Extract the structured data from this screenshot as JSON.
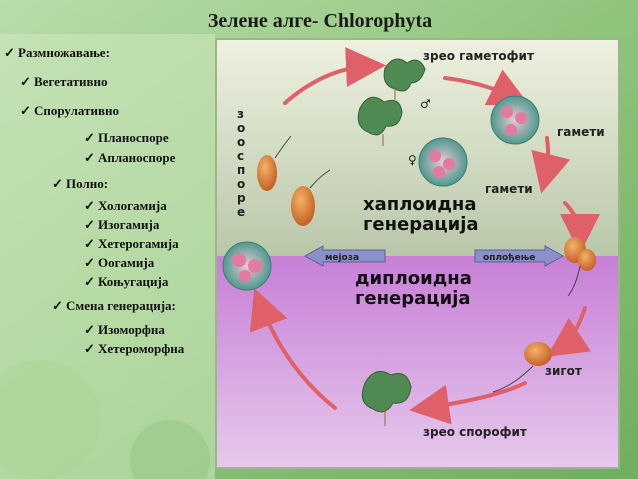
{
  "title": "Зелене алге- Chlorophyta",
  "outline": [
    {
      "level": 0,
      "text": "Размножавање:"
    },
    {
      "level": 1,
      "text": "Вегетативно"
    },
    {
      "level": 1,
      "text": "Спорулативно"
    },
    {
      "level": 2,
      "text": "Планоспоре"
    },
    {
      "level": 2,
      "text": "Апланоспоре"
    },
    {
      "level": 1,
      "text": "Полно:"
    },
    {
      "level": 2,
      "text": "Хологамија"
    },
    {
      "level": 2,
      "text": "Изогамија"
    },
    {
      "level": 2,
      "text": "Хетерогамија"
    },
    {
      "level": 2,
      "text": "Оогамија"
    },
    {
      "level": 2,
      "text": "Коњугација"
    },
    {
      "level": 1,
      "text": "Смена генерација:"
    },
    {
      "level": 2,
      "text": "Изоморфна"
    },
    {
      "level": 2,
      "text": "Хетероморфна"
    }
  ],
  "diagram": {
    "mature_gametophyte": "зрео гаметофит",
    "gametes_1": "гамети",
    "gametes_2": "гамети",
    "zoospores": "зооспоре",
    "haploid": "хаплоидна генерација",
    "haploid_l1": "хаплоидна",
    "haploid_l2": "генерација",
    "diploid_l1": "диплоидна",
    "diploid_l2": "генерација",
    "meiosis": "мејоза",
    "fertilization": "оплођење",
    "zygote": "зигот",
    "mature_sporophyte": "зрео спорофит",
    "male_symbol": "♂",
    "female_symbol": "♀"
  },
  "colors": {
    "haploid_bg": "#dfe6c8",
    "diploid_bg": "#c98ad6",
    "arrow": "#e0606a",
    "thallus": "#4f8a52"
  }
}
